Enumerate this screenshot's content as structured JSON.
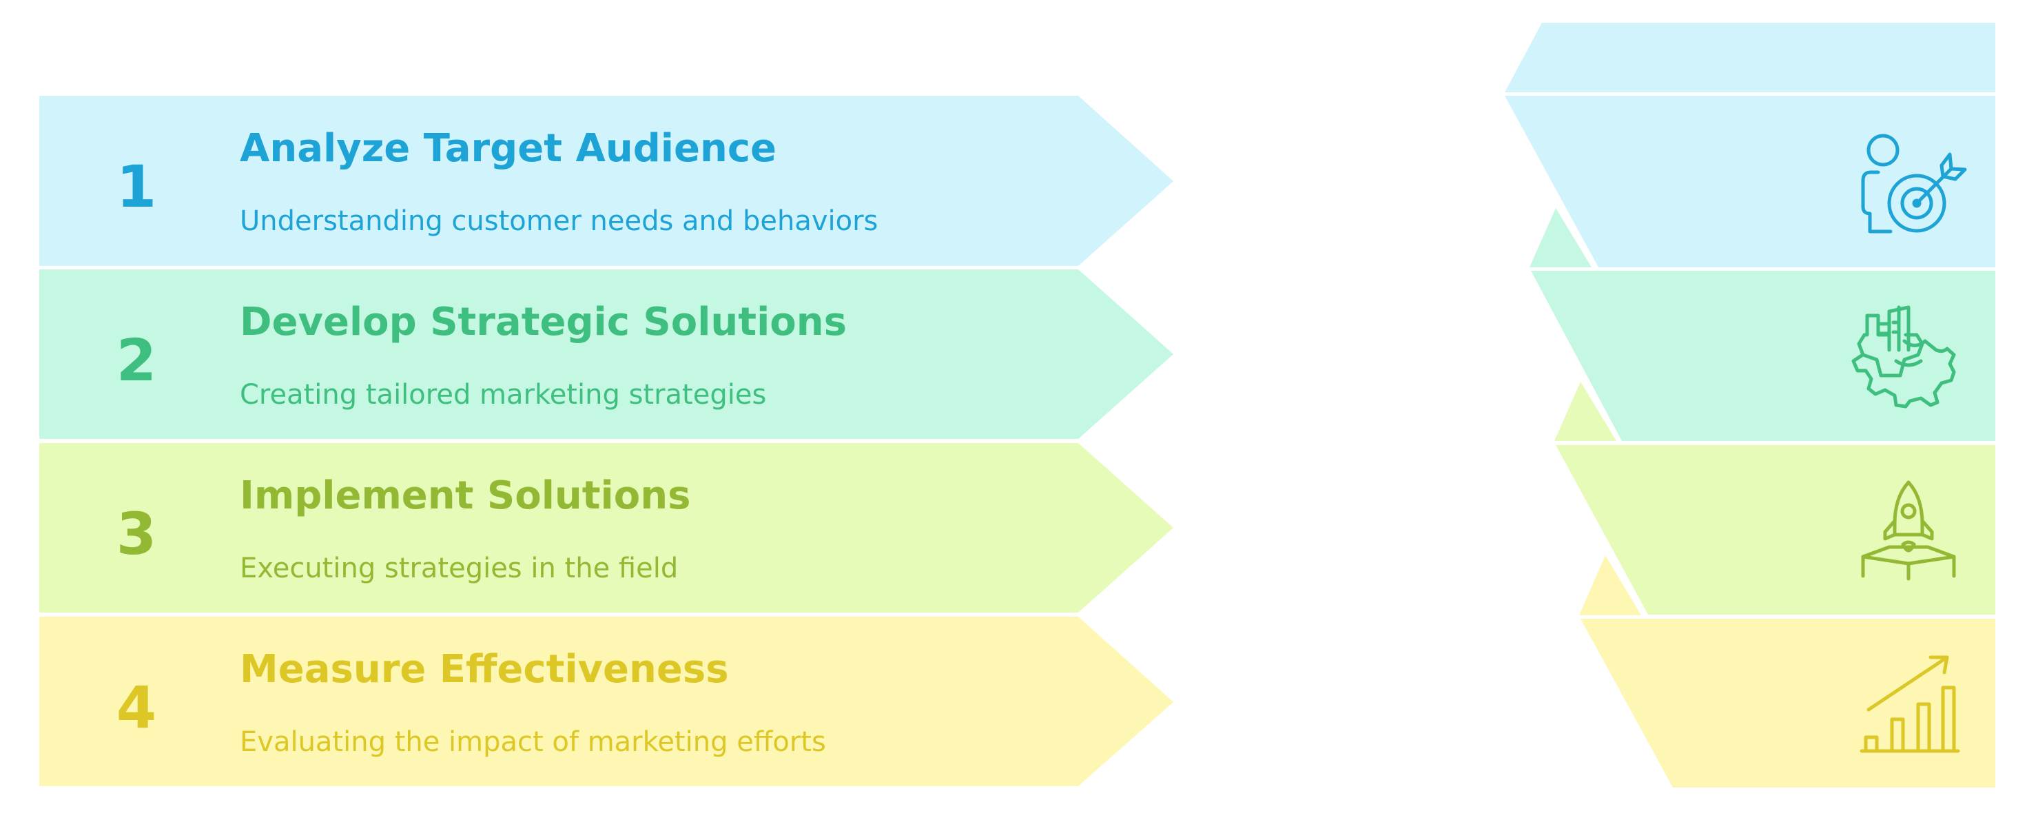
{
  "steps": [
    {
      "number": "1",
      "title": "Analyze Target Audience",
      "description": "Understanding customer needs and behaviors",
      "icon": "audience-target-icon",
      "fill": "#d0f3fc",
      "text_color": "#1ea3d6"
    },
    {
      "number": "2",
      "title": "Develop Strategic Solutions",
      "description": "Creating tailored marketing strategies",
      "icon": "strategy-gear-icon",
      "fill": "#c4f8e2",
      "text_color": "#3fbf7f"
    },
    {
      "number": "3",
      "title": "Implement Solutions",
      "description": "Executing strategies in the field",
      "icon": "rocket-launch-icon",
      "fill": "#e7fbb8",
      "text_color": "#93b833"
    },
    {
      "number": "4",
      "title": "Measure Effectiveness",
      "description": "Evaluating the impact of marketing efforts",
      "icon": "growth-chart-icon",
      "fill": "#fdf7b3",
      "text_color": "#dcc727"
    }
  ]
}
